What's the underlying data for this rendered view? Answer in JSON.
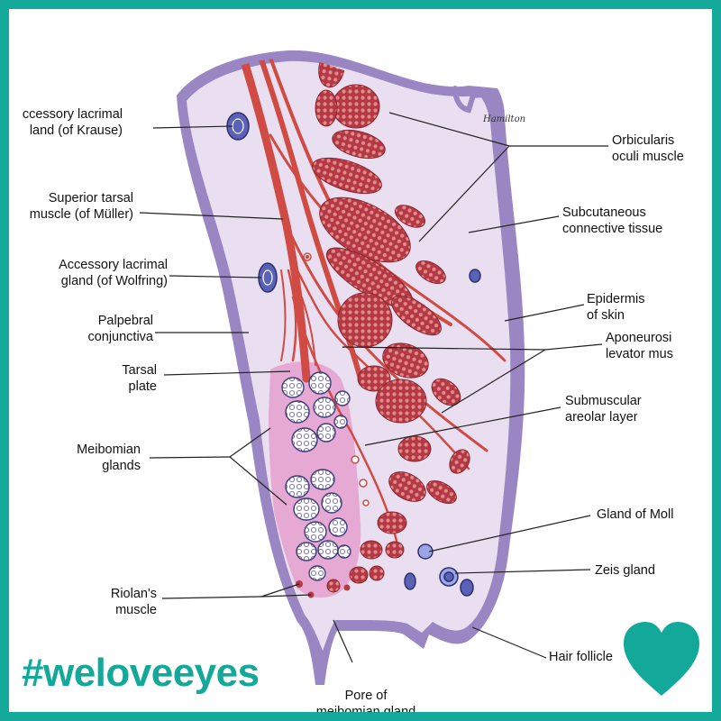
{
  "labels": {
    "krause": [
      "ccessory lacrimal",
      "land (of Krause)"
    ],
    "muller": [
      "Superior tarsal",
      "muscle (of Müller)"
    ],
    "wolfring": [
      "Accessory lacrimal",
      "gland (of Wolfring)"
    ],
    "conjunctiva": [
      "Palpebral",
      "conjunctiva"
    ],
    "tarsal": [
      "Tarsal",
      "plate"
    ],
    "meibomian": [
      "Meibomian",
      "glands"
    ],
    "riolan": [
      "Riolan's",
      "muscle"
    ],
    "pore": [
      "Pore of",
      "meibomian gland"
    ],
    "orbicularis": [
      "Orbicularis",
      "oculi muscle"
    ],
    "subcutaneous": [
      "Subcutaneous",
      "connective tissue"
    ],
    "epidermis": [
      "Epidermis",
      "of skin"
    ],
    "aponeurosis": [
      "Aponeurosi",
      "levator mus"
    ],
    "submuscular": [
      "Submuscular",
      "areolar layer"
    ],
    "moll": [
      "Gland of Moll"
    ],
    "zeis": [
      "Zeis gland"
    ],
    "follicle": [
      "Hair follicle"
    ]
  },
  "signature": "Hamilton",
  "hashtag": "#weloveeyes",
  "colors": {
    "frame": "#12a89a",
    "outer_skin": "#9b86c4",
    "inner_tissue": "#eadff0",
    "tarsus": "#e5a9d3",
    "muscle": "#b33a45",
    "muscle_dots": "#e48a8a",
    "fiber": "#cf4b43",
    "gland_fill": "#ffffff",
    "gland_outline": "#3d3b7a",
    "heart": "#12a89a"
  },
  "icons": {
    "heart": "heart-icon"
  }
}
